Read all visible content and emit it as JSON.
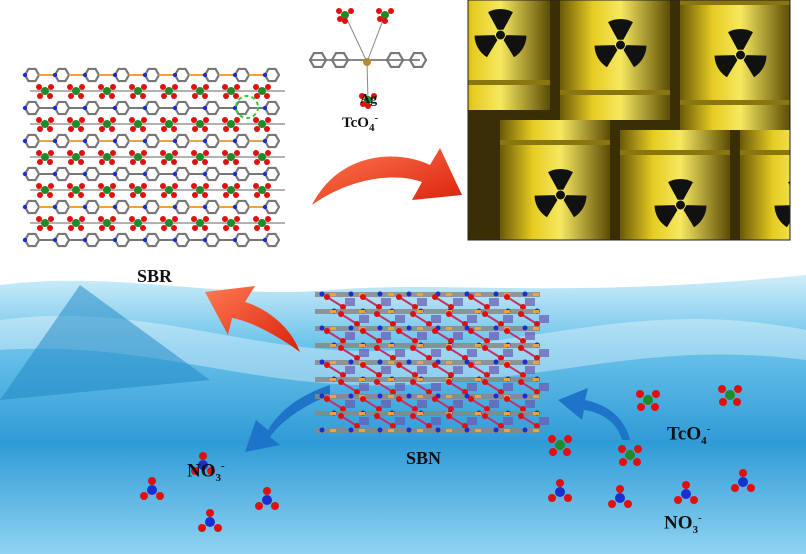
{
  "labels": {
    "ag": "Ag",
    "tco4_top": "TcO",
    "tco4_right": "TcO",
    "sbr": "SBR",
    "sbn": "SBN",
    "no3_left": "NO",
    "no3_right": "NO",
    "sub4": "4",
    "sub3": "3",
    "charge": "-"
  },
  "colors": {
    "water": "#3fa9dc",
    "arrow_red": "#e8361c",
    "arrow_blue": "#1e74c8",
    "barrel": "#e0c21a",
    "oxygen": "#e01010",
    "nitrogen": "#1a2fd0",
    "technetium": "#1f8a2a",
    "carbon": "#8a8a8a"
  }
}
